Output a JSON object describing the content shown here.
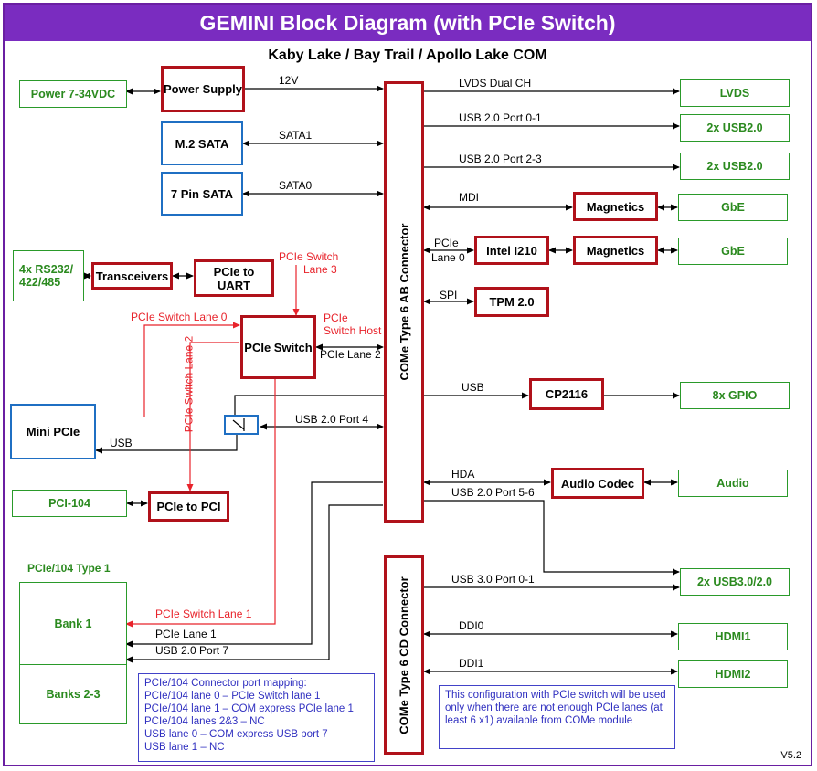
{
  "title": "GEMINI Block Diagram (with PCIe Switch)",
  "subtitle": "Kaby Lake / Bay Trail / Apollo Lake COM",
  "version": "V5.2",
  "blocks": {
    "power_in": "Power 7-34VDC",
    "power_supply": "Power Supply",
    "m2_sata": "M.2 SATA",
    "sata7": "7 Pin SATA",
    "rs232": "4x RS232/ 422/485",
    "transceivers": "Transceivers",
    "pcie_uart": "PCIe to UART",
    "pcie_switch": "PCIe Switch",
    "mini_pcie": "Mini PCIe",
    "pci104": "PCI-104",
    "pcie_pci": "PCIe to PCI",
    "pc104_type": "PCIe/104 Type 1",
    "bank1": "Bank 1",
    "banks23": "Banks 2-3",
    "come_ab": "COMe Type 6 AB Connector",
    "come_cd": "COMe Type 6 CD Connector",
    "lvds": "LVDS",
    "usb2_a": "2x USB2.0",
    "usb2_b": "2x USB2.0",
    "magnetics1": "Magnetics",
    "gbe1": "GbE",
    "i210": "Intel I210",
    "magnetics2": "Magnetics",
    "gbe2": "GbE",
    "tpm": "TPM 2.0",
    "cp2116": "CP2116",
    "gpio": "8x GPIO",
    "audio_codec": "Audio Codec",
    "audio": "Audio",
    "usb3": "2x USB3.0/2.0",
    "hdmi1": "HDMI1",
    "hdmi2": "HDMI2"
  },
  "labels": {
    "v12": "12V",
    "sata1": "SATA1",
    "sata0": "SATA0",
    "lvds_dual": "LVDS Dual CH",
    "usb_01": "USB 2.0 Port 0-1",
    "usb_23": "USB 2.0 Port 2-3",
    "mdi": "MDI",
    "pcie": "PCIe",
    "lane0": "Lane 0",
    "spi": "SPI",
    "usb": "USB",
    "usb_port4": "USB 2.0 Port 4",
    "usb_mini": "USB",
    "hda": "HDA",
    "usb_56": "USB 2.0 Port 5-6",
    "usb3_01": "USB 3.0 Port 0-1",
    "ddi0": "DDI0",
    "ddi1": "DDI1",
    "pcie_lane2": "PCIe Lane 2",
    "pcie_lane1": "PCIe Lane 1",
    "usb_port7": "USB 2.0 Port 7"
  },
  "red_labels": {
    "sw_lane3_a": "PCIe Switch",
    "sw_lane3_b": "Lane 3",
    "sw_lane0": "PCIe Switch Lane 0",
    "sw_lane2": "PCIe Switch Lane 2",
    "sw_host_a": "PCIe",
    "sw_host_b": "Switch Host",
    "sw_lane1": "PCIe Switch Lane 1"
  },
  "mapping_note": [
    "PCIe/104 Connector port mapping:",
    "PCIe/104 lane 0 – PCIe Switch lane 1",
    "PCIe/104 lane 1 – COM express PCIe lane 1",
    "PCIe/104 lanes 2&3 – NC",
    "USB lane 0 – COM express USB port 7",
    "USB lane 1 – NC"
  ],
  "config_note": "This configuration with PCIe switch will be used only when there are not enough PCIe lanes (at least 6 x1) available from COMe module",
  "colors": {
    "purple": "#7a2cc0",
    "red": "#b0111a",
    "blue": "#1f6fc3",
    "green": "#2a9a2a",
    "signal_red": "#e8232b"
  }
}
